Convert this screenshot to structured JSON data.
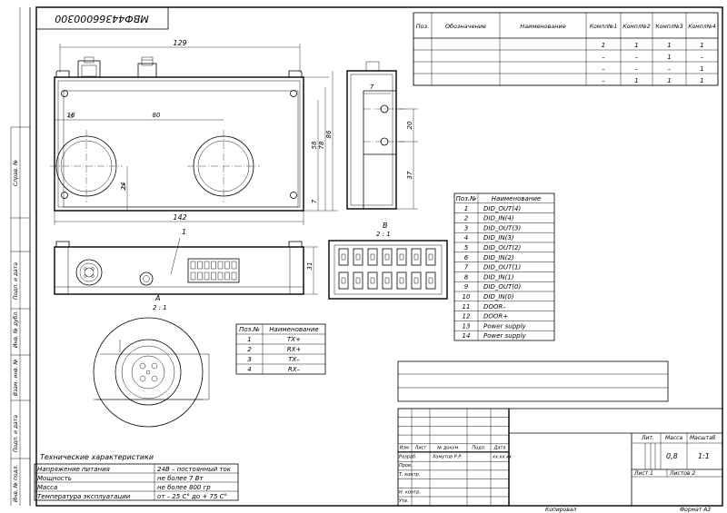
{
  "drawing_number": "МВФ44366000300",
  "dims": {
    "width_129": "129",
    "width_142": "142",
    "off_18": "18",
    "pitch_80": "80",
    "h_24": "24",
    "h_58": "58",
    "h_78": "78",
    "h_86": "86",
    "h_7a": "7",
    "side_7": "7",
    "side_20": "20",
    "side_37": "37",
    "front_31": "31"
  },
  "callouts": {
    "pos_1": "1",
    "view_a": "A",
    "view_a_scale": "2 : 1",
    "view_b": "B",
    "view_b_scale": "2 : 1"
  },
  "config_table": {
    "headers": [
      "Поз.",
      "Обозначение",
      "Наименование",
      "Компл№1",
      "Компл№2",
      "Компл№3",
      "Компл№4"
    ],
    "rows": [
      [
        "",
        "",
        "",
        "1",
        "1",
        "1",
        "1"
      ],
      [
        "",
        "",
        "",
        "–",
        "–",
        "1",
        "–"
      ],
      [
        "",
        "",
        "",
        "–",
        "–",
        "–",
        "1"
      ],
      [
        "",
        "",
        "",
        "–",
        "1",
        "1",
        "1"
      ]
    ]
  },
  "pin_table_b": {
    "headers": [
      "Поз.№",
      "Наименование"
    ],
    "rows": [
      [
        "1",
        "DID_OUT(4)"
      ],
      [
        "2",
        "DID_IN(4)"
      ],
      [
        "3",
        "DID_OUT(3)"
      ],
      [
        "4",
        "DID_IN(3)"
      ],
      [
        "5",
        "DID_OUT(2)"
      ],
      [
        "6",
        "DID_IN(2)"
      ],
      [
        "7",
        "DID_OUT(1)"
      ],
      [
        "8",
        "DID_IN(1)"
      ],
      [
        "9",
        "DID_OUT(0)"
      ],
      [
        "10",
        "DID_IN(0)"
      ],
      [
        "11",
        "DOOR–"
      ],
      [
        "12",
        "DOOR+"
      ],
      [
        "13",
        "Power supply"
      ],
      [
        "14",
        "Power supply"
      ]
    ]
  },
  "pin_table_a": {
    "headers": [
      "Поз.№",
      "Наименование"
    ],
    "rows": [
      [
        "1",
        "TX+"
      ],
      [
        "2",
        "RX+"
      ],
      [
        "3",
        "TX–"
      ],
      [
        "4",
        "RX–"
      ]
    ]
  },
  "tech": {
    "title": "Технические характеристики",
    "rows": [
      [
        "Напряжение питания",
        "24В – постоянный ток"
      ],
      [
        "Мощность",
        "не более 7 Вт"
      ],
      [
        "Масса",
        "не  более 800 гр"
      ],
      [
        "Температура эксплуатации",
        "от – 25 С° до + 75 С°"
      ]
    ]
  },
  "side_labels": [
    "Справ. №",
    "Подп. и дата",
    "Инв. № дубл.",
    "Взам. инв. №",
    "Подп. и дата",
    "Инв. № подл."
  ],
  "title_block": {
    "header_cols": [
      "Изм.",
      "Лист",
      "№ докум.",
      "Подп.",
      "Дата"
    ],
    "roles": [
      "Разраб.",
      "Пров.",
      "Т. контр.",
      "",
      "Н. контр.",
      "Утв."
    ],
    "developer": "Хомутов Р.Р.",
    "dev_date": "xx.xx.xx",
    "lit_label": "Лит.",
    "mass_label": "Масса",
    "scale_label": "Масштаб",
    "mass_value": "0,8",
    "scale_value": "1:1",
    "sheet_label": "Лист 1",
    "sheets_label": "Листов 2",
    "copied": "Копировал",
    "format": "Формат А3"
  }
}
